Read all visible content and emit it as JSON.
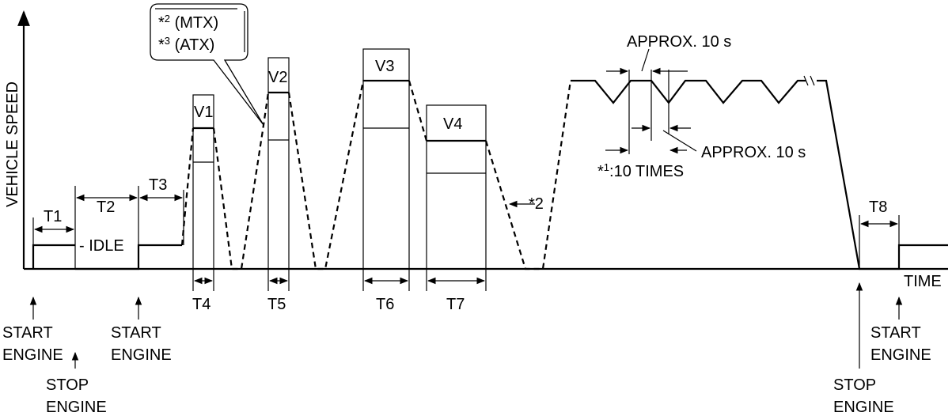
{
  "axes": {
    "y_label": "VEHICLE SPEED",
    "x_label": "TIME"
  },
  "callout": {
    "line1_star": "*",
    "line1_sup": "2",
    "line1_text": " (MTX)",
    "line2_star": "*",
    "line2_sup": "3",
    "line2_text": " (ATX)"
  },
  "intervals": {
    "t1": "T1",
    "t2": "T2",
    "t3": "T3",
    "t4": "T4",
    "t5": "T5",
    "t6": "T6",
    "t7": "T7",
    "t8": "T8"
  },
  "speeds": {
    "v1": "V1",
    "v2": "V2",
    "v3": "V3",
    "v4": "V4"
  },
  "idle": "- IDLE",
  "note_star2": "*2",
  "approx_top": "APPROX. 10 s",
  "approx_bottom": "APPROX. 10 s",
  "times": {
    "star": "*",
    "sup": "1",
    "text": ":10 TIMES"
  },
  "events": {
    "start1": {
      "line1": "START",
      "line2": "ENGINE"
    },
    "stop1": {
      "line1": "STOP",
      "line2": "ENGINE"
    },
    "start2": {
      "line1": "START",
      "line2": "ENGINE"
    },
    "stop2": {
      "line1": "STOP",
      "line2": "ENGINE"
    },
    "start3": {
      "line1": "START",
      "line2": "ENGINE"
    }
  }
}
